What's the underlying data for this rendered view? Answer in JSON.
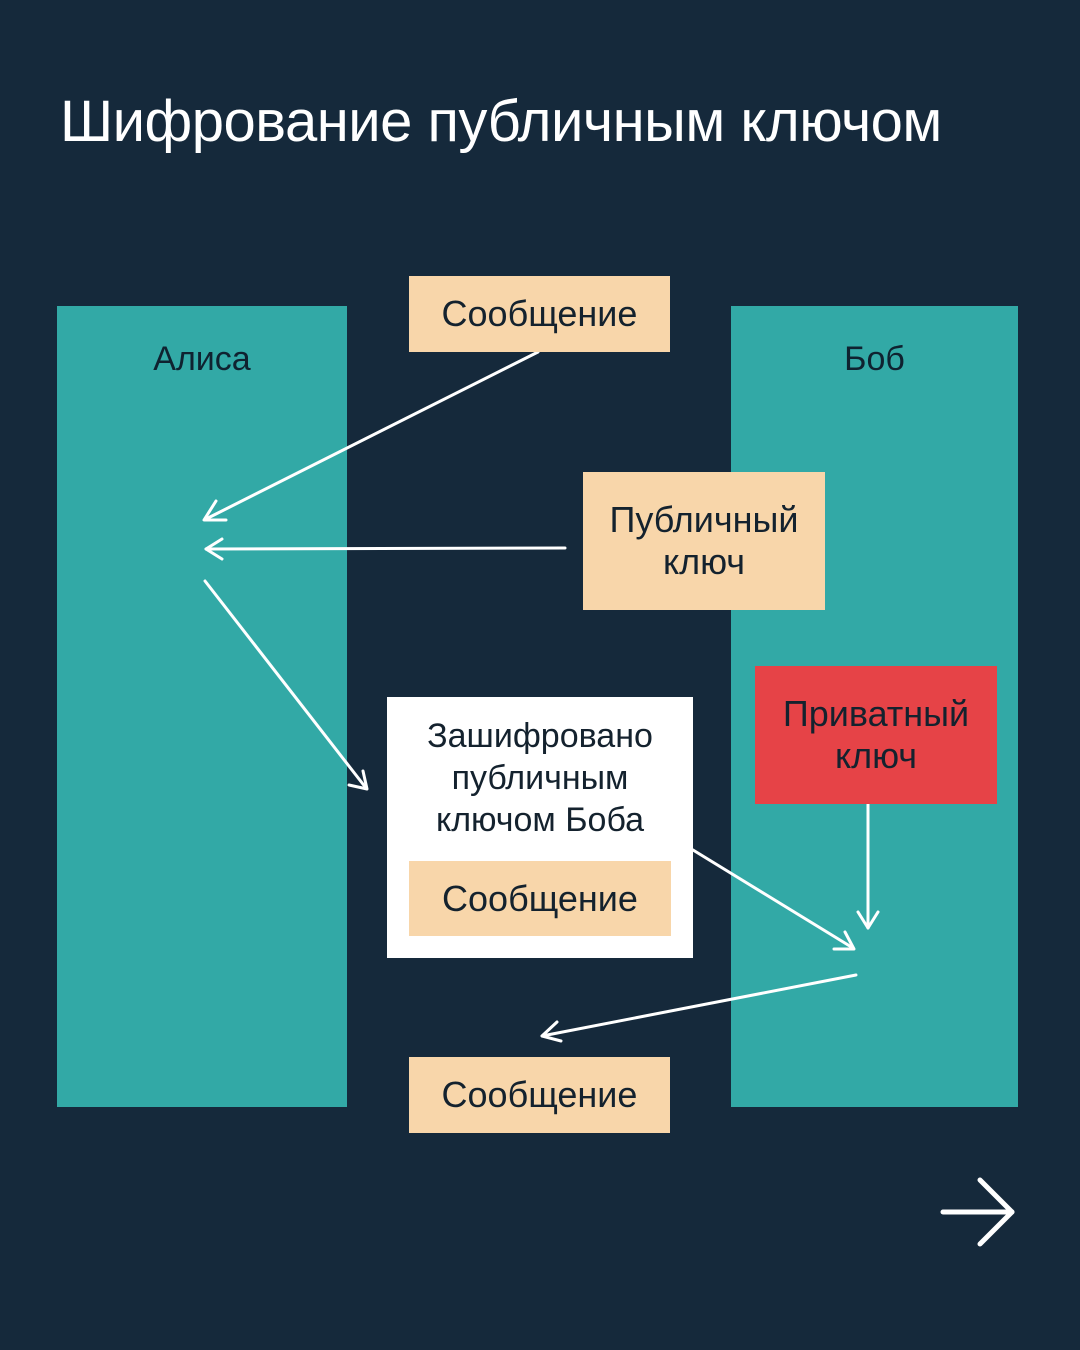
{
  "title": "Шифрование публичным ключом",
  "alice_label": "Алиса",
  "bob_label": "Боб",
  "message_top": "Сообщение",
  "public_key": "Публичный ключ",
  "private_key": "Приватный ключ",
  "encrypted_label": "Зашифровано публичным ключом Боба",
  "message_encrypted": "Сообщение",
  "message_bottom": "Сообщение",
  "next_icon": "arrow-right-icon",
  "colors": {
    "background": "#15293b",
    "column": "#32a9a6",
    "peach": "#f8d6aa",
    "private_key": "#e64347",
    "encrypted_box": "#ffffff"
  }
}
